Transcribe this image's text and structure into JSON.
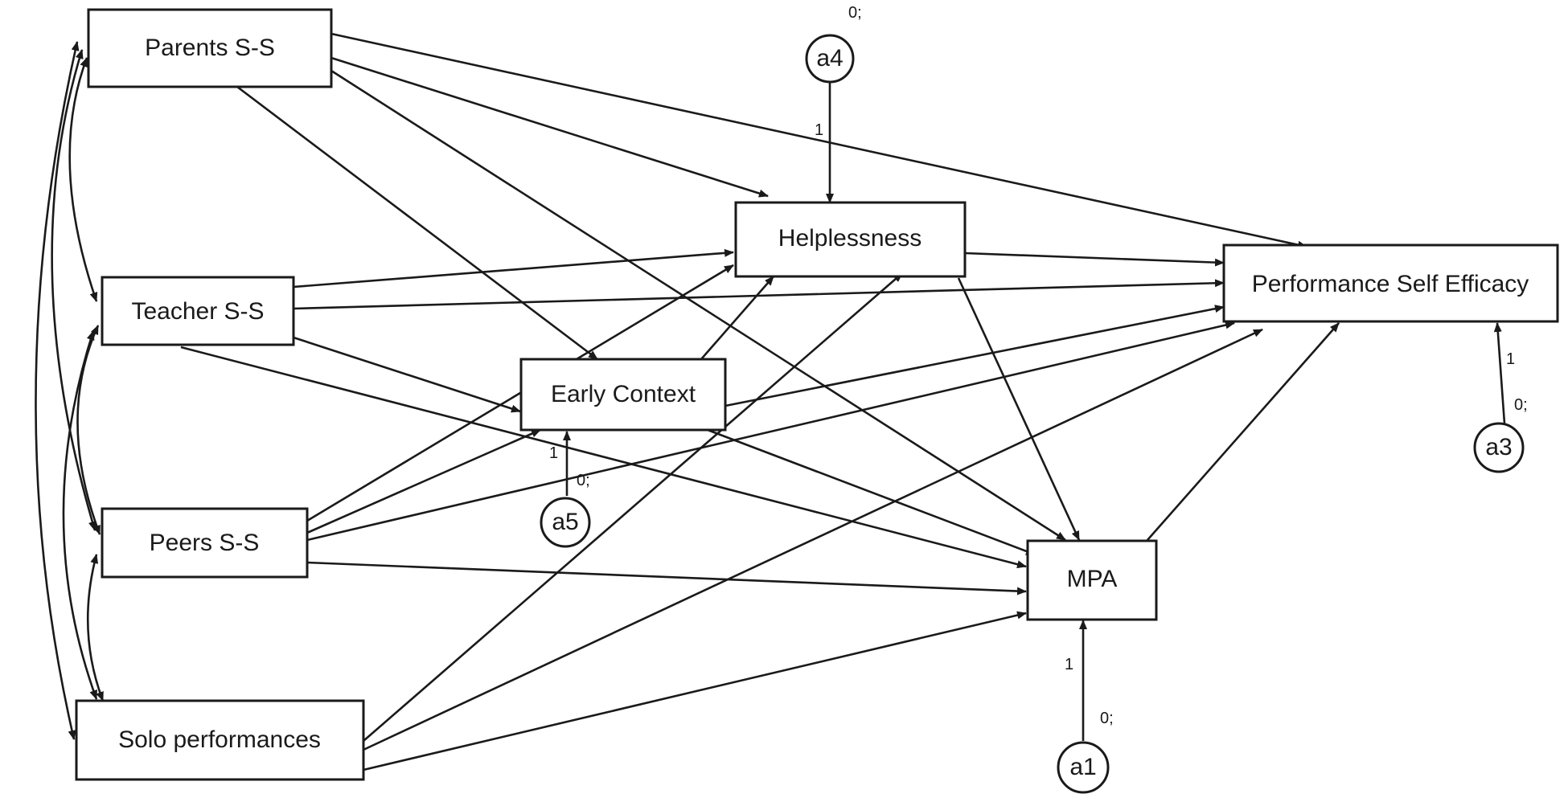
{
  "diagram": {
    "nodes": {
      "parents": "Parents S-S",
      "teacher": "Teacher S-S",
      "peers": "Peers S-S",
      "solo": "Solo performances",
      "early": "Early Context",
      "help": "Helplessness",
      "pse": "Performance Self Efficacy",
      "mpa": "MPA"
    },
    "errors": {
      "a4": "a4",
      "a5": "a5",
      "a3": "a3",
      "a1": "a1"
    },
    "edge_labels": {
      "a4_weight": "1",
      "a4_mean": "0;",
      "a5_weight": "1",
      "a5_mean": "0;",
      "a3_weight": "1",
      "a3_mean": "0;",
      "a1_weight": "1",
      "a1_mean": "0;"
    }
  }
}
